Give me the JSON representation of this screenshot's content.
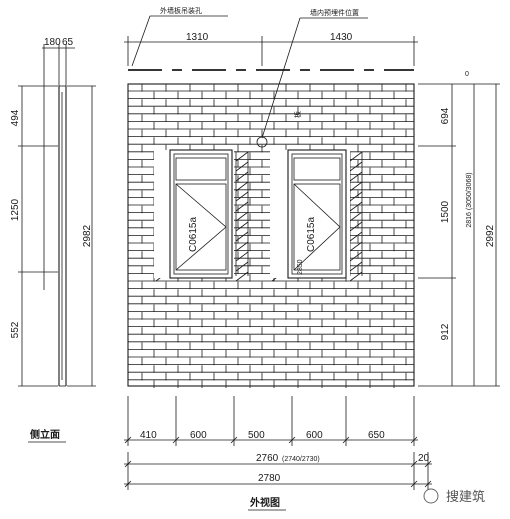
{
  "labels": {
    "top_note_left": "外墙板吊装孔",
    "top_note_right": "墙内预埋件位置",
    "window_tag_left": "C0615a",
    "window_tag_right": "C0615a",
    "side_tag": "2850",
    "slab_tag": "板",
    "zero_mark": "0",
    "side_view_title": "侧立面",
    "front_view_title": "外视图",
    "watermark": "搜建筑"
  },
  "dims": {
    "top": [
      "1310",
      "1430"
    ],
    "side_left_top": [
      "180",
      "65"
    ],
    "side_left": [
      "494",
      "1250",
      "552"
    ],
    "side_left_total": "2982",
    "right_inner": [
      "694",
      "1500",
      "912"
    ],
    "right_inner_total": "2816 (3050/3068)",
    "right_outer_total": "2992",
    "bottom_segments": [
      "410",
      "600",
      "500",
      "600",
      "650"
    ],
    "bottom_total": "2760",
    "bottom_total_note": "(2740/2730)",
    "bottom_overall": "2780",
    "bottom_side": "20"
  },
  "colors": {
    "ink": "#1a1a1a",
    "watermark": "#555555"
  }
}
